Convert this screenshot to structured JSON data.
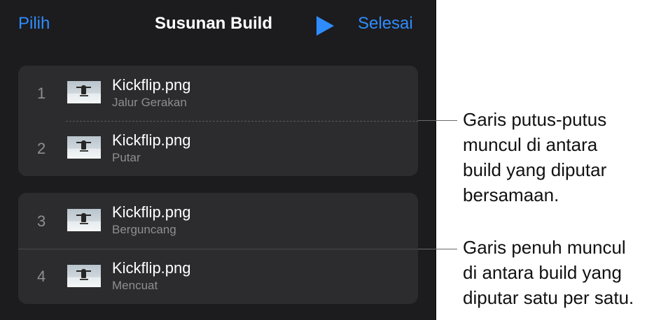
{
  "nav": {
    "left_label": "Pilih",
    "title": "Susunan Build",
    "play_icon": "play-icon",
    "right_label": "Selesai",
    "accent_color": "#2f8cff"
  },
  "groups": [
    {
      "rows": [
        {
          "number": "1",
          "title": "Kickflip.png",
          "subtitle": "Jalur Gerakan"
        },
        {
          "number": "2",
          "title": "Kickflip.png",
          "subtitle": "Putar"
        }
      ],
      "separator": "dashed"
    },
    {
      "rows": [
        {
          "number": "3",
          "title": "Kickflip.png",
          "subtitle": "Berguncang"
        },
        {
          "number": "4",
          "title": "Kickflip.png",
          "subtitle": "Mencuat"
        }
      ],
      "separator": "solid"
    }
  ],
  "callouts": [
    {
      "lines": [
        "Garis putus-putus",
        "muncul di antara",
        "build yang diputar",
        "bersamaan."
      ]
    },
    {
      "lines": [
        "Garis penuh muncul",
        "di antara build yang",
        "diputar satu per satu."
      ]
    }
  ]
}
